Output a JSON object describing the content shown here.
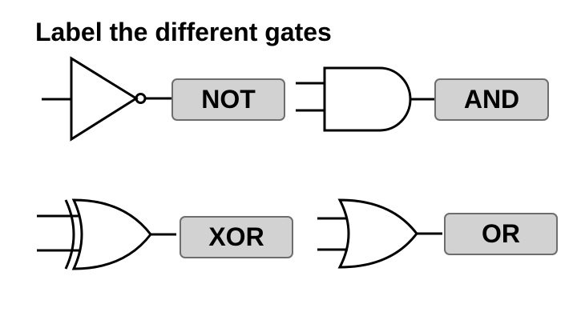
{
  "title": "Label the different gates",
  "colors": {
    "label_fill": "#d2d2d2",
    "label_border": "#6e6e6e",
    "stroke": "#000000"
  },
  "gates": [
    {
      "symbol": "not-gate-icon",
      "label": "NOT"
    },
    {
      "symbol": "and-gate-icon",
      "label": "AND"
    },
    {
      "symbol": "xor-gate-icon",
      "label": "XOR"
    },
    {
      "symbol": "or-gate-icon",
      "label": "OR"
    }
  ]
}
